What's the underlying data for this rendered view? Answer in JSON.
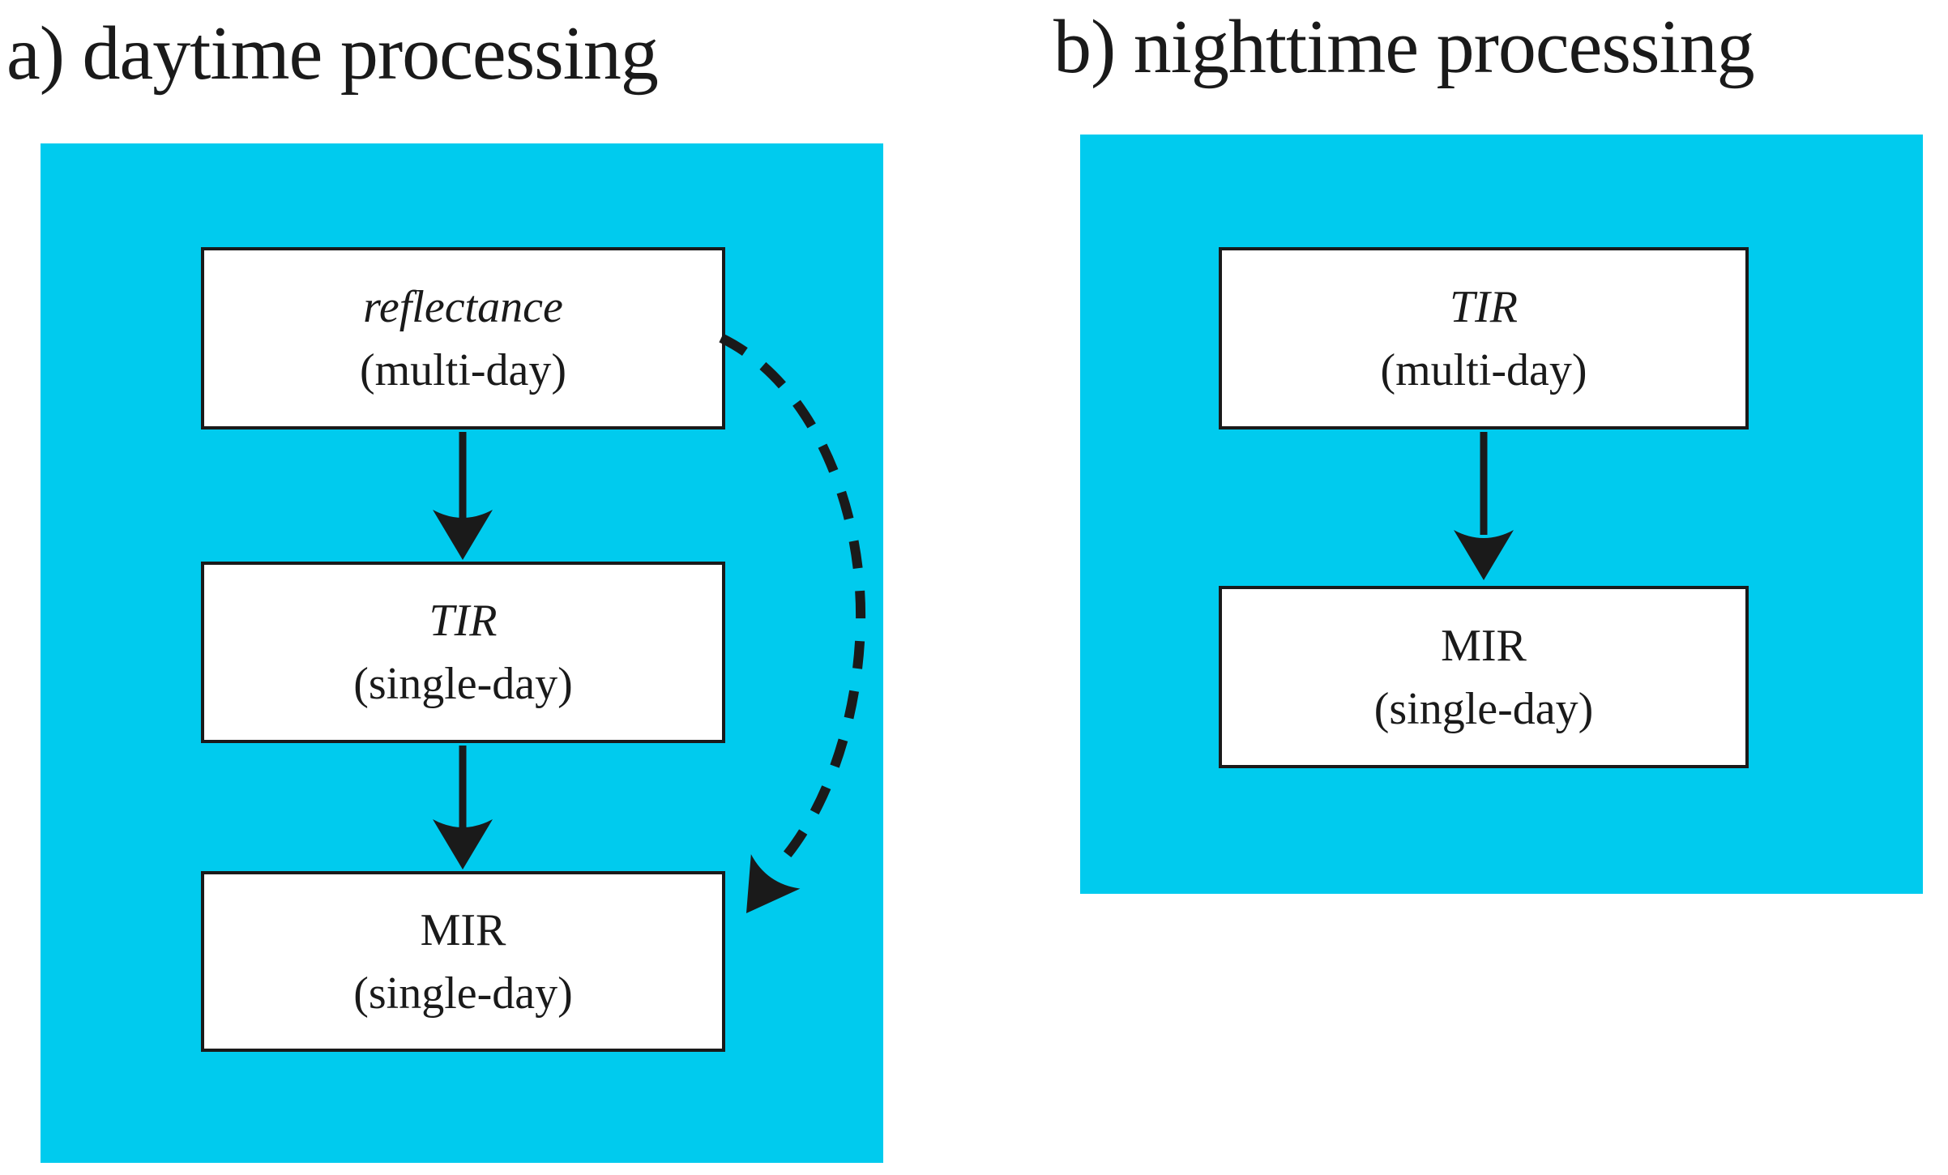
{
  "figure": {
    "type": "flow-diagram",
    "panels": [
      {
        "key": "a",
        "title": "a) daytime processing",
        "nodes": [
          {
            "name": "reflectance",
            "line1": "reflectance",
            "line2": "(multi-day)",
            "line1_style": "italic"
          },
          {
            "name": "tir-day",
            "line1": "TIR",
            "line2": "(single-day)",
            "line1_style": "italic"
          },
          {
            "name": "mir-day",
            "line1": "MIR",
            "line2": "(single-day)",
            "line1_style": "regular"
          }
        ],
        "edges": [
          {
            "from": "reflectance",
            "to": "TIR",
            "style": "solid-arrow"
          },
          {
            "from": "TIR",
            "to": "MIR",
            "style": "solid-arrow"
          },
          {
            "from": "reflectance",
            "to": "MIR",
            "style": "dashed-curved-arrow"
          }
        ]
      },
      {
        "key": "b",
        "title": "b) nighttime processing",
        "nodes": [
          {
            "name": "tir-night",
            "line1": "TIR",
            "line2": "(multi-day)",
            "line1_style": "italic"
          },
          {
            "name": "mir-night",
            "line1": "MIR",
            "line2": "(single-day)",
            "line1_style": "regular"
          }
        ],
        "edges": [
          {
            "from": "TIR",
            "to": "MIR",
            "style": "solid-arrow"
          }
        ]
      }
    ]
  },
  "colors": {
    "panel_background": "#00CBEE",
    "node_background": "#FFFFFF",
    "stroke": "#1A1A1A"
  }
}
